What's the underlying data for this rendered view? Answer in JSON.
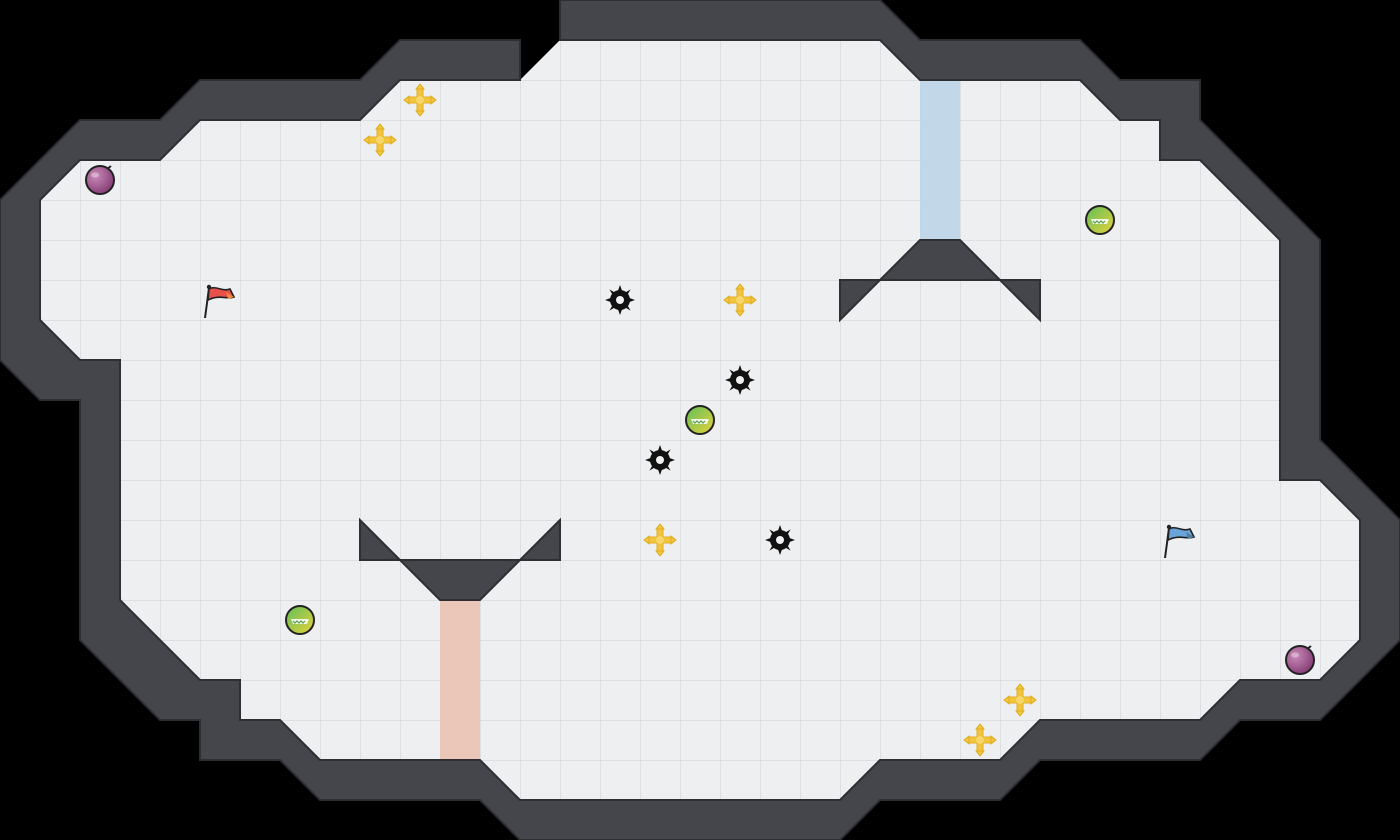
{
  "game": {
    "mode": "capture-the-flag",
    "colors": {
      "background": "#000000",
      "floor": "#eeeff1",
      "floor_grid": "#d9dade",
      "wall": "#45464b",
      "wall_edge": "#2e2f33",
      "red_team": "#e8504a",
      "blue_team": "#6aa4d8",
      "red_zone": "#e9c2b2",
      "blue_zone": "#bcd4e6",
      "boost": "#f2c53d",
      "spike": "#111111"
    },
    "flags": [
      {
        "team": "red",
        "icon": "red-flag-icon"
      },
      {
        "team": "blue",
        "icon": "blue-flag-icon"
      }
    ],
    "powerups": [
      {
        "icon": "powerup-icon"
      },
      {
        "icon": "powerup-icon"
      },
      {
        "icon": "powerup-icon"
      },
      {
        "icon": "powerup-icon"
      }
    ],
    "bombs": [
      {
        "icon": "bomb-icon"
      },
      {
        "icon": "bomb-icon"
      }
    ],
    "boosts": [
      {
        "icon": "boost-icon"
      },
      {
        "icon": "boost-icon"
      },
      {
        "icon": "boost-icon"
      },
      {
        "icon": "boost-icon"
      },
      {
        "icon": "boost-icon"
      },
      {
        "icon": "boost-icon"
      },
      {
        "icon": "boost-icon"
      }
    ],
    "spikes": [
      {
        "icon": "spike-icon"
      },
      {
        "icon": "spike-icon"
      },
      {
        "icon": "spike-icon"
      },
      {
        "icon": "spike-icon"
      }
    ]
  }
}
